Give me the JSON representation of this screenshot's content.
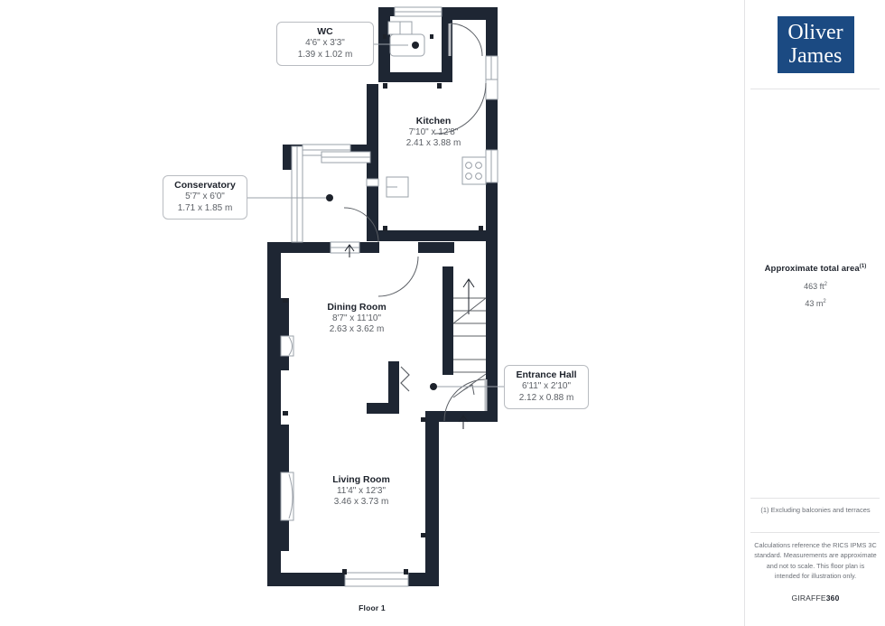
{
  "document": {
    "floor_caption": "Floor 1"
  },
  "branding": {
    "logo_line1": "Oliver",
    "logo_line2": "James",
    "logo_color": "#1b4a82",
    "provider": "GIRAFFE",
    "provider_suffix": "360"
  },
  "sidebar": {
    "area_title": "Approximate total area",
    "area_title_footnote": "(1)",
    "area_imperial": "463 ft",
    "area_imperial_unit": "2",
    "area_metric": "43 m",
    "area_metric_unit": "2",
    "footnote": "(1) Excluding balconies and terraces",
    "disclaimer": "Calculations reference the RICS IPMS 3C standard. Measurements are approximate and not to scale. This floor plan is intended for illustration only."
  },
  "rooms": [
    {
      "id": "wc",
      "name": "WC",
      "dim_imperial": "4'6\" x 3'3\"",
      "dim_metric": "1.39 x 1.02 m",
      "style": "callout"
    },
    {
      "id": "kitchen",
      "name": "Kitchen",
      "dim_imperial": "7'10\" x 12'8\"",
      "dim_metric": "2.41 x 3.88 m",
      "style": "plain"
    },
    {
      "id": "conservatory",
      "name": "Conservatory",
      "dim_imperial": "5'7\" x 6'0\"",
      "dim_metric": "1.71 x 1.85 m",
      "style": "callout"
    },
    {
      "id": "dining-room",
      "name": "Dining Room",
      "dim_imperial": "8'7\" x 11'10\"",
      "dim_metric": "2.63 x 3.62 m",
      "style": "plain"
    },
    {
      "id": "entrance-hall",
      "name": "Entrance Hall",
      "dim_imperial": "6'11\" x 2'10\"",
      "dim_metric": "2.12 x 0.88 m",
      "style": "callout"
    },
    {
      "id": "living-room",
      "name": "Living Room",
      "dim_imperial": "11'4\" x 12'3\"",
      "dim_metric": "3.46 x 3.73 m",
      "style": "plain"
    }
  ],
  "colors": {
    "wall": "#1e2633",
    "outline": "#9aa0a8",
    "text_dark": "#1d222b",
    "text_muted": "#5c6066",
    "border": "#e3e3e5",
    "brand_blue": "#1b4a82"
  }
}
